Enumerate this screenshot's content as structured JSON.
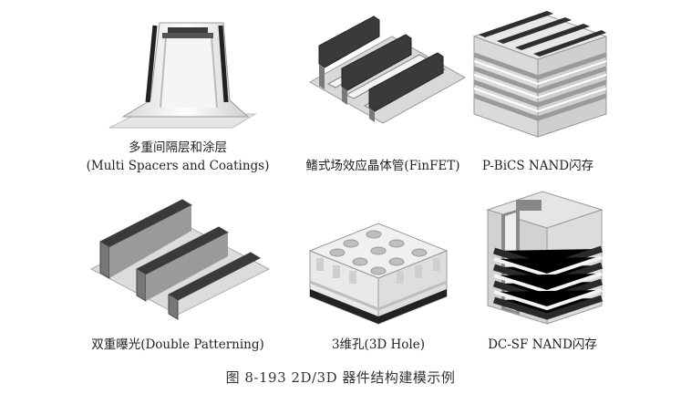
{
  "figure": {
    "caption": "图 8-193    2D/3D 器件结构建模示例",
    "items": [
      {
        "label_cn": "多重间隔层和涂层",
        "label_en": "(Multi Spacers and Coatings)"
      },
      {
        "label": "鳍式场效应晶体管(FinFET)"
      },
      {
        "label": "P-BiCS NAND闪存"
      },
      {
        "label": "双重曝光(Double Patterning)"
      },
      {
        "label": "3维孔(3D Hole)"
      },
      {
        "label": "DC-SF NAND闪存"
      }
    ]
  }
}
